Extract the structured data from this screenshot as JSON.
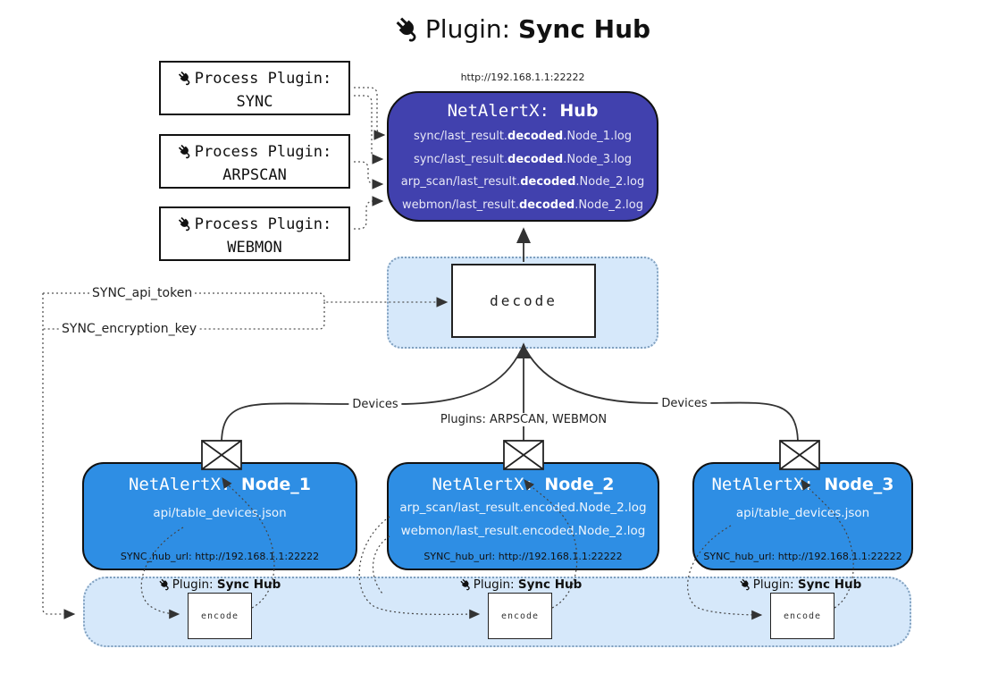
{
  "title": {
    "icon": "plug-icon",
    "prefix": "Plugin:",
    "name": "Sync Hub"
  },
  "process_plugins": [
    {
      "line1": "Process Plugin:",
      "name": "SYNC"
    },
    {
      "line1": "Process Plugin:",
      "name": "ARPSCAN"
    },
    {
      "line1": "Process Plugin:",
      "name": "WEBMON"
    }
  ],
  "hub": {
    "url": "http://192.168.1.1:22222",
    "title_prefix": "NetAlertX: ",
    "title_name": "Hub",
    "logs": [
      {
        "pre": "sync/last_result.",
        "bold": "decoded",
        "post": ".Node_1.log"
      },
      {
        "pre": "sync/last_result.",
        "bold": "decoded",
        "post": ".Node_3.log"
      },
      {
        "pre": "arp_scan/last_result.",
        "bold": "decoded",
        "post": ".Node_2.log"
      },
      {
        "pre": "webmon/last_result.",
        "bold": "decoded",
        "post": ".Node_2.log"
      }
    ]
  },
  "decode": {
    "label": "decode"
  },
  "config": {
    "api_token": "SYNC_api_token",
    "encryption_key": "SYNC_encryption_key"
  },
  "edges": {
    "left": "Devices",
    "middle": "Plugins: ARPSCAN, WEBMON",
    "right": "Devices"
  },
  "nodes": [
    {
      "title_prefix": "NetAlertX: ",
      "title_name": "Node_1",
      "files": [
        "api/table_devices.json"
      ],
      "hub_url": "SYNC_hub_url: http://192.168.1.1:22222"
    },
    {
      "title_prefix": "NetAlertX: ",
      "title_name": "Node_2",
      "files": [
        "arp_scan/last_result.encoded.Node_2.log",
        "webmon/last_result.encoded.Node_2.log"
      ],
      "hub_url": "SYNC_hub_url: http://192.168.1.1:22222"
    },
    {
      "title_prefix": "NetAlertX: ",
      "title_name": "Node_3",
      "files": [
        "api/table_devices.json"
      ],
      "hub_url": "SYNC_hub_url: http://192.168.1.1:22222"
    }
  ],
  "sync_band": {
    "label_prefix": "Plugin:",
    "label_name": "Sync Hub",
    "encode_label": "encode"
  },
  "colors": {
    "hub_fill": "#4141ae",
    "node_fill": "#2e8ee4",
    "band_fill": "#d6e8fa",
    "band_border": "#7f9fbe",
    "line": "#333333"
  }
}
